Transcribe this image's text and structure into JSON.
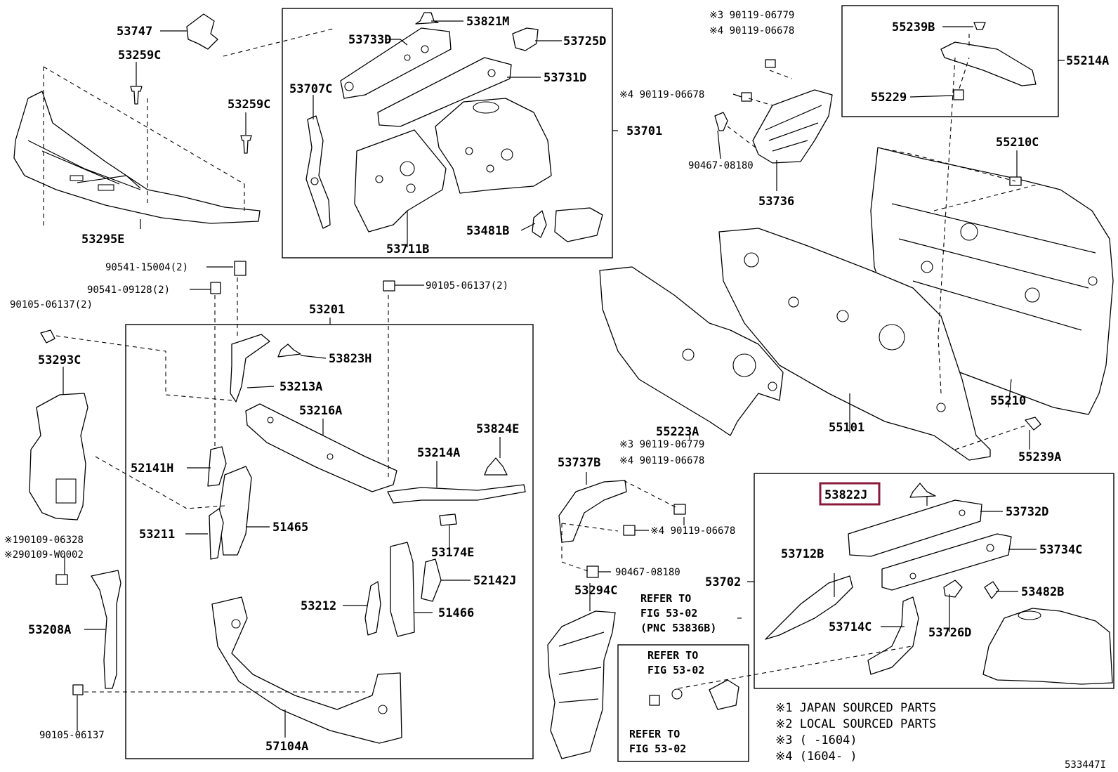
{
  "diagram": {
    "labels": {
      "p53747": "53747",
      "p53259c_a": "53259C",
      "p53259c_b": "53259C",
      "p53295e": "53295E",
      "p53733d": "53733D",
      "p53821m": "53821M",
      "p53725d": "53725D",
      "p53731d": "53731D",
      "p53707c": "53707C",
      "p53701": "53701",
      "p53481b": "53481B",
      "p53711b": "53711B",
      "p90119_06779_a": "※3 90119-06779",
      "p90119_06678_a": "※4 90119-06678",
      "p90119_06678_b": "※4 90119-06678",
      "p90467_08180_a": "90467-08180",
      "p53736": "53736",
      "p55239b": "55239B",
      "p55214a": "55214A",
      "p55229": "55229",
      "p55210c": "55210C",
      "p90541_15004": "90541-15004(2)",
      "p90541_09128": "90541-09128(2)",
      "p90105_06137_a": "90105-06137(2)",
      "p90105_06137_b": "90105-06137(2)",
      "p53201": "53201",
      "p53293c": "53293C",
      "p53823h": "53823H",
      "p53213a": "53213A",
      "p53216a": "53216A",
      "p53824e": "53824E",
      "p53214a": "53214A",
      "p52141h": "52141H",
      "p53211": "53211",
      "p51465": "51465",
      "p53174e": "53174E",
      "p90109_06328": "※190109-06328",
      "p90109_w0002": "※290109-W0002",
      "p53208a": "53208A",
      "p52142j": "52142J",
      "p53212": "53212",
      "p51466": "51466",
      "p90105_06137_c": "90105-06137",
      "p57104a": "57104A",
      "p55223a": "55223A",
      "p55101": "55101",
      "p55210": "55210",
      "p55239a": "55239A",
      "p53737b": "53737B",
      "p90119_06779_b": "※3 90119-06779",
      "p90119_06678_c": "※4 90119-06678",
      "p90119_06678_d": "※4 90119-06678",
      "p90467_08180_b": "90467-08180",
      "p53294c": "53294C",
      "p53822j": "53822J",
      "p53732d": "53732D",
      "p53712b": "53712B",
      "p53734c": "53734C",
      "p53702": "53702",
      "p53482b": "53482B",
      "p53714c": "53714C",
      "p53726d": "53726D"
    },
    "refer": {
      "a1": "REFER TO",
      "a2": "FIG 53-02",
      "a3": "(PNC 53836B)",
      "b1": "REFER TO",
      "b2": "FIG 53-02",
      "c1": "REFER TO",
      "c2": "FIG 53-02"
    },
    "notes": {
      "n1": "※1  JAPAN SOURCED PARTS",
      "n2": "※2  LOCAL SOURCED PARTS",
      "n3": "※3 (       -1604)",
      "n4": "※4 (1604-       )"
    },
    "figure_id": "533447I",
    "highlight_color": "#8b1a3a"
  }
}
